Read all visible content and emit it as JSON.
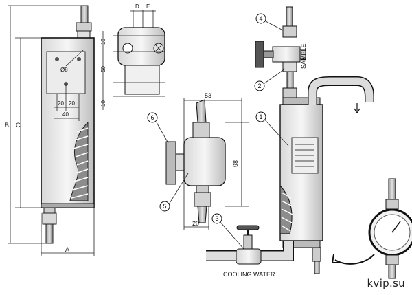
{
  "dimensions": {
    "a": "A",
    "b": "B",
    "c": "C",
    "d": "D",
    "e": "E",
    "ten_top": "10",
    "fifty": "50",
    "ten_bottom": "10",
    "twenty_left": "20",
    "twenty_right": "20",
    "forty": "40",
    "hole": "Ø8",
    "width_53": "53",
    "height_98": "98",
    "bottom_20": "20"
  },
  "callouts": [
    "1",
    "2",
    "3",
    "4",
    "5",
    "6"
  ],
  "labels": {
    "sample": "SAMPLE",
    "cooling_water": "COOLING WATER"
  },
  "watermark": "kvip.su"
}
